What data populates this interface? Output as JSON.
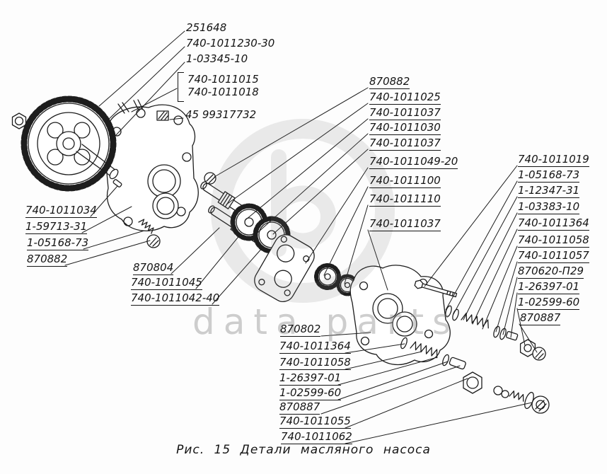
{
  "figure": {
    "caption": "Рис. 15  Детали  масляного  насоса"
  },
  "watermark": {
    "text": "data parts"
  },
  "labels": {
    "tl": [
      "251648",
      "740-1011230-30",
      "1-03345-10"
    ],
    "bracket": [
      "740-1011015",
      "740-1011018"
    ],
    "plug": "45 99317732",
    "left": [
      "740-1011034",
      "1-59713-31",
      "1-05168-73",
      "870882"
    ],
    "mid_lower": [
      "870804",
      "740-1011045",
      "740-1011042-40"
    ],
    "mid_top": [
      "870882",
      "740-1011025",
      "740-1011037",
      "740-1011030",
      "740-1011037",
      "740-1011049-20",
      "740-1011100",
      "740-1011110",
      "740-1011037"
    ],
    "right": [
      "740-1011019",
      "1-05168-73",
      "1-12347-31",
      "1-03383-10",
      "740-1011364",
      "740-1011058",
      "740-1011057",
      "870620-П29",
      "1-26397-01",
      "1-02599-60",
      "870887"
    ],
    "bottom": [
      "870802",
      "740-1011364",
      "740-1011058",
      "1-26397-01",
      "1-02599-60",
      "870887",
      "740-1011055",
      "740-1011062"
    ]
  }
}
